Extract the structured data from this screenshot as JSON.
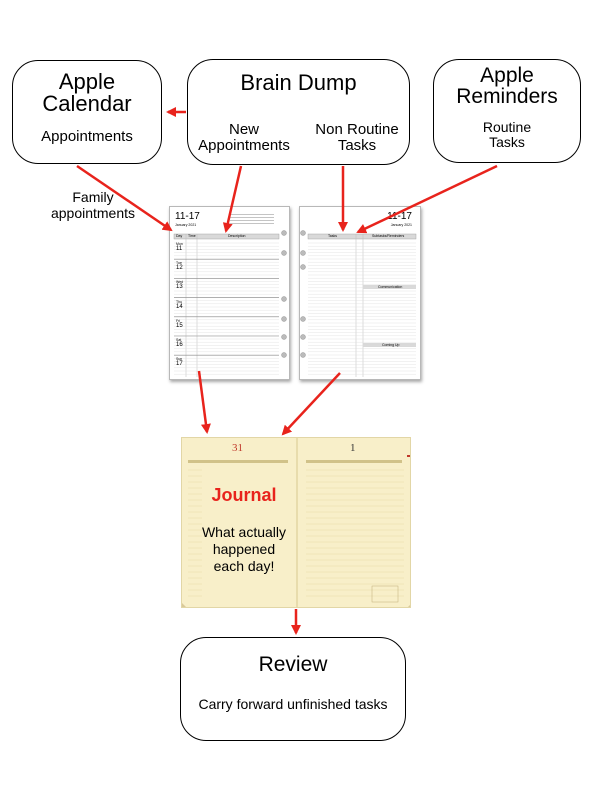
{
  "boxes": {
    "calendar": {
      "title_line1": "Apple",
      "title_line2": "Calendar",
      "subtitle": "Appointments"
    },
    "brain_dump": {
      "title": "Brain Dump",
      "col1_line1": "New",
      "col1_line2": "Appointments",
      "col2_line1": "Non Routine",
      "col2_line2": "Tasks"
    },
    "reminders": {
      "title_line1": "Apple",
      "title_line2": "Reminders",
      "subtitle_line1": "Routine",
      "subtitle_line2": "Tasks"
    },
    "review": {
      "title": "Review",
      "subtitle": "Carry forward unfinished tasks"
    }
  },
  "family_label": {
    "line1": "Family",
    "line2": "appointments"
  },
  "planner_left": {
    "date_range": "11-17",
    "month": "January 2021",
    "days": [
      {
        "name": "Mon",
        "num": "11"
      },
      {
        "name": "Tue",
        "num": "12"
      },
      {
        "name": "Wed",
        "num": "13"
      },
      {
        "name": "Thu",
        "num": "14"
      },
      {
        "name": "Fri",
        "num": "15"
      },
      {
        "name": "Sat",
        "num": "16"
      },
      {
        "name": "Sun",
        "num": "17"
      }
    ],
    "col_day": "Day",
    "col_time": "Time",
    "col_desc": "Description"
  },
  "planner_right": {
    "date_range": "11-17",
    "month": "January 2021",
    "col_tasks": "Tasks",
    "col_subtasks": "Subtasks/Reminders",
    "section_communication": "Communication",
    "section_coming_up": "Coming Up"
  },
  "journal": {
    "left_day": "31",
    "right_day": "1",
    "title": "Journal",
    "body_line1": "What actually",
    "body_line2": "happened",
    "body_line3": "each day!"
  },
  "colors": {
    "arrow": "#e8231c",
    "journal_bg": "#f8efc9",
    "journal_title": "#e8231c",
    "day_red": "#c0392b"
  }
}
